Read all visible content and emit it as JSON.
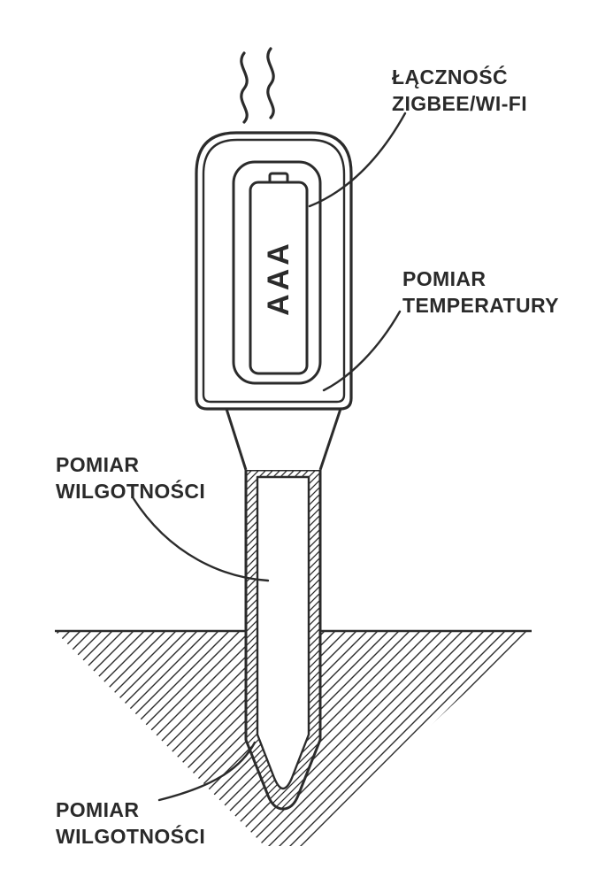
{
  "diagram": {
    "title": "soil-sensor-diagram",
    "battery_label": "AAA",
    "labels": {
      "connectivity": {
        "line1": "ŁĄCZNOŚĆ",
        "line2": "ZIGBEE/WI-FI"
      },
      "temperature": {
        "line1": "POMIAR",
        "line2": "TEMPERATURY"
      },
      "moisture_upper": {
        "line1": "POMIAR",
        "line2": "WILGOTNOŚCI"
      },
      "moisture_lower": {
        "line1": "POMIAR",
        "line2": "WILGOTNOŚCI"
      }
    },
    "colors": {
      "line": "#2b2b2b",
      "background": "#ffffff",
      "text": "#2a2a2a"
    }
  }
}
